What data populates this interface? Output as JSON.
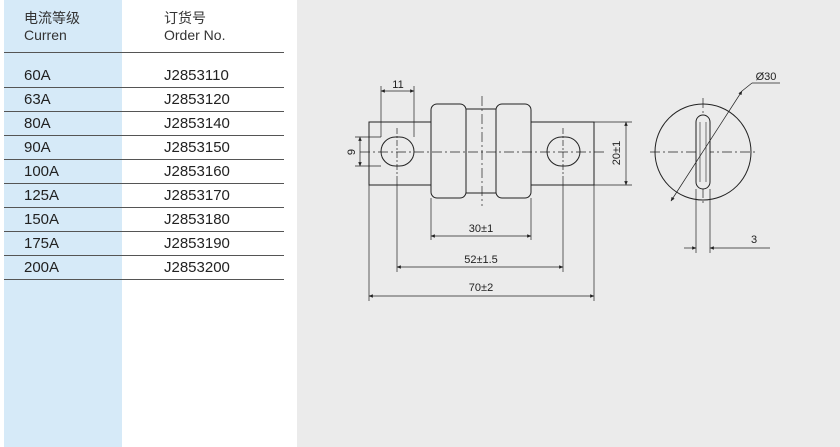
{
  "table": {
    "header": {
      "current_cn": "电流等级",
      "current_en": "Curren",
      "order_cn": "订货号",
      "order_en": "Order No."
    },
    "rows": [
      {
        "current": "60A",
        "order": "J2853110"
      },
      {
        "current": "63A",
        "order": "J2853120"
      },
      {
        "current": "80A",
        "order": "J2853140"
      },
      {
        "current": "90A",
        "order": "J2853150"
      },
      {
        "current": "100A",
        "order": "J2853160"
      },
      {
        "current": "125A",
        "order": "J2853170"
      },
      {
        "current": "150A",
        "order": "J2853180"
      },
      {
        "current": "175A",
        "order": "J2853190"
      },
      {
        "current": "200A",
        "order": "J2853200"
      }
    ]
  },
  "drawing": {
    "dim_tab_width": "11",
    "dim_slot_height": "9",
    "dim_height": "20±1",
    "dim_body": "30±1",
    "dim_inner": "52±1.5",
    "dim_overall": "70±2",
    "dim_diameter": "Ø30",
    "dim_thickness": "3"
  },
  "colors": {
    "left_band": "#d6eaf8",
    "drawing_bg": "#ebebeb"
  }
}
